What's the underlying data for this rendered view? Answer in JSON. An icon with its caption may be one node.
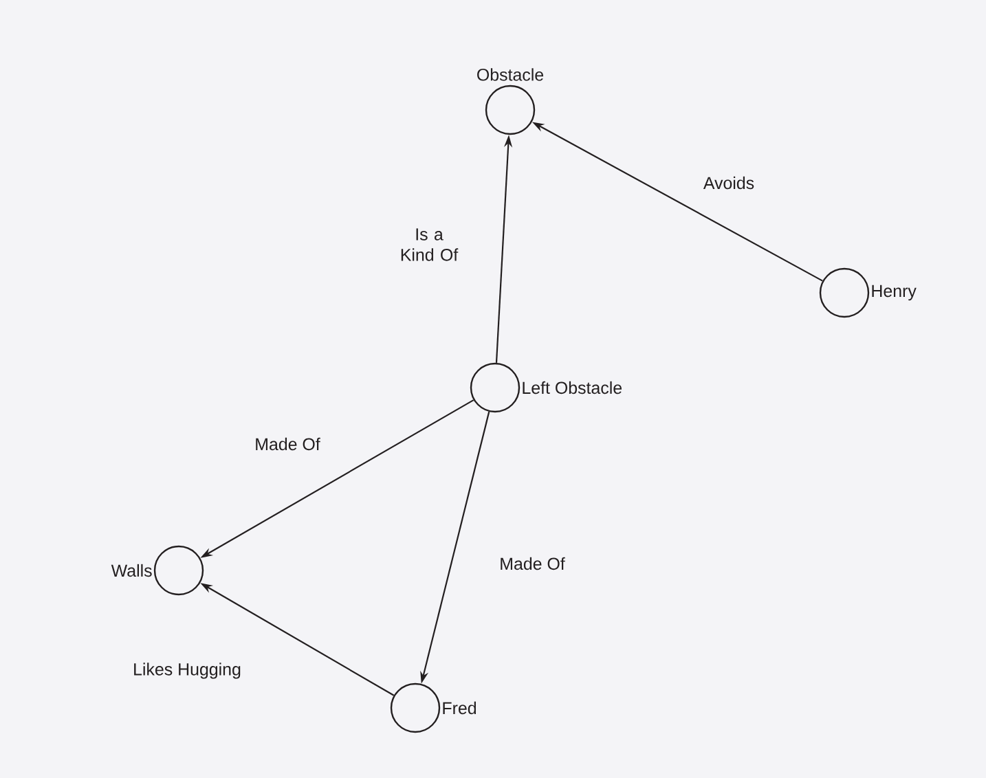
{
  "diagram": {
    "nodes": [
      {
        "text": [
          "Obstacle"
        ]
      },
      {
        "text": [
          "Henry"
        ]
      },
      {
        "text": [
          "Left Obstacle"
        ]
      },
      {
        "text": [
          "Walls"
        ]
      },
      {
        "text": [
          "Fred"
        ]
      }
    ],
    "edges": [
      {
        "from": 2,
        "to": 0,
        "arrow": "to",
        "label": "Is a Kind Of"
      },
      {
        "from": 1,
        "to": 0,
        "arrow": "to",
        "label": "Avoids"
      },
      {
        "from": 2,
        "to": 3,
        "arrow": "to",
        "label": "Made Of"
      },
      {
        "from": 2,
        "to": 4,
        "arrow": "to",
        "label": "Made Of"
      },
      {
        "from": 4,
        "to": 3,
        "arrow": "to",
        "label": "Likes Hugging"
      }
    ]
  }
}
